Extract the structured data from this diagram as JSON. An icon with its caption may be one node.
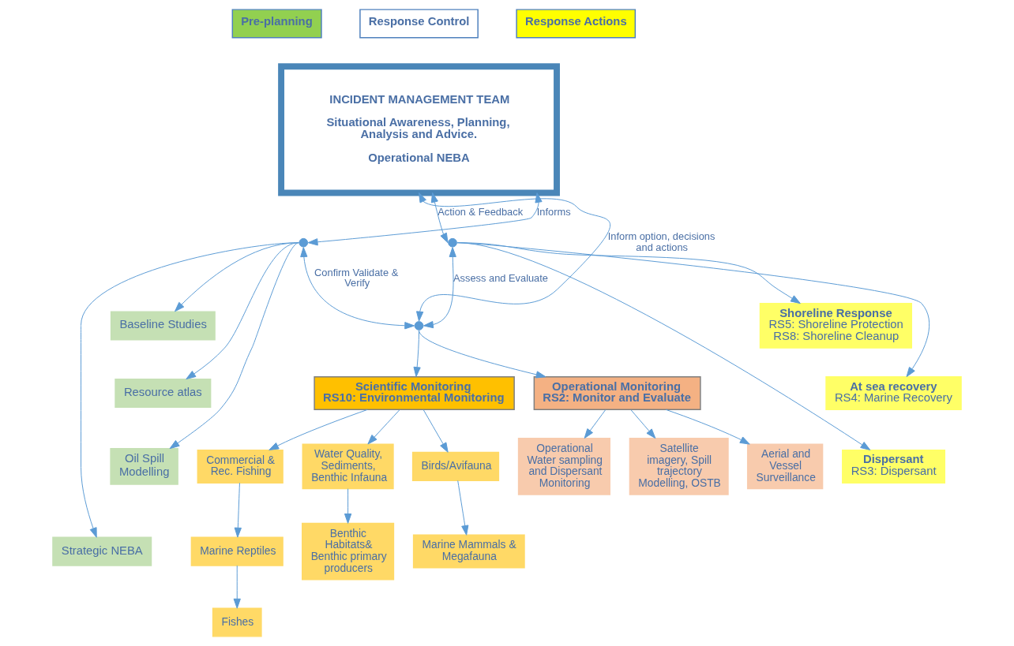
{
  "diagram": {
    "nodes": [
      {
        "text": [
          "Pre-planning"
        ]
      },
      {
        "text": [
          "Response Control"
        ]
      },
      {
        "text": [
          "Response Actions"
        ]
      },
      {
        "text": [
          "Baseline Studies"
        ]
      },
      {
        "text": [
          "Resource atlas"
        ]
      },
      {
        "text": [
          "Oil Spill Modelling"
        ]
      },
      {
        "text": [
          "Strategic NEBA"
        ]
      },
      {
        "text": [
          "INCIDENT MANAGEMENT TEAM",
          "Situational Awareness, Planning, Analysis and Advice.",
          "Operational NEBA"
        ]
      },
      {
        "text": [
          "Shoreline Response",
          "RS5: Shoreline Protection",
          "RS8: Shoreline Cleanup"
        ]
      },
      {
        "text": [
          "At sea recovery",
          "RS4: Marine Recovery"
        ]
      },
      {
        "text": [
          "Dispersant",
          "RS3: Dispersant"
        ]
      },
      {
        "text": [
          "Operational Monitoring",
          "RS2: Monitor and Evaluate"
        ]
      },
      {
        "text": [
          "Scientific Monitoring",
          "RS10: Environmental Monitoring"
        ]
      },
      {
        "text": [
          "Satellite imagery, Spill trajectory Modelling, OSTB"
        ]
      },
      {
        "text": [
          "Aerial and Vessel Surveillance"
        ]
      },
      {
        "text": [
          "Operational Water sampling and Dispersant Monitoring"
        ]
      },
      {
        "text": [
          "Water Quality, Sediments, Benthic Infauna"
        ]
      },
      {
        "text": [
          "Birds/Avifauna"
        ]
      },
      {
        "text": [
          "Commercial & Rec. Fishing"
        ]
      },
      {
        "text": [
          "Benthic Habitats& Benthic primary producers"
        ]
      },
      {
        "text": [
          "Marine Mammals & Megafauna"
        ]
      },
      {
        "text": [
          "Marine Reptiles"
        ]
      },
      {
        "text": [
          "Fishes"
        ]
      },
      {
        "text": [],
        "shape": "point"
      },
      {
        "text": [],
        "shape": "point"
      },
      {
        "text": [],
        "shape": "point"
      }
    ],
    "edges": [
      {
        "from": 23,
        "to": 7,
        "arrow": "both",
        "label": "Informs"
      },
      {
        "from": 7,
        "to": 24,
        "arrow": "both",
        "label": "Action & Feedback"
      },
      {
        "from": 25,
        "to": 23,
        "arrow": "both",
        "label": "Confirm Validate & Verify"
      },
      {
        "from": 25,
        "to": 7,
        "arrow": "both",
        "label": "Inform option, decisions and actions"
      },
      {
        "from": 25,
        "to": 24,
        "arrow": "both",
        "label": "Assess and Evaluate"
      },
      {
        "from": 23,
        "to": 3,
        "arrow": "to"
      },
      {
        "from": 23,
        "to": 4,
        "arrow": "to"
      },
      {
        "from": 23,
        "to": 5,
        "arrow": "to"
      },
      {
        "from": 23,
        "to": 6,
        "arrow": "to"
      },
      {
        "from": 24,
        "to": 8,
        "arrow": "to"
      },
      {
        "from": 24,
        "to": 9,
        "arrow": "to"
      },
      {
        "from": 24,
        "to": 10,
        "arrow": "to"
      },
      {
        "from": 25,
        "to": 11,
        "arrow": "to"
      },
      {
        "from": 25,
        "to": 12,
        "arrow": "to"
      },
      {
        "from": 11,
        "to": 13,
        "arrow": "to"
      },
      {
        "from": 11,
        "to": 14,
        "arrow": "to"
      },
      {
        "from": 11,
        "to": 15,
        "arrow": "to"
      },
      {
        "from": 12,
        "to": 16,
        "arrow": "to"
      },
      {
        "from": 12,
        "to": 17,
        "arrow": "to"
      },
      {
        "from": 12,
        "to": 18,
        "arrow": "to"
      },
      {
        "from": 16,
        "to": 19,
        "arrow": "to"
      },
      {
        "from": 17,
        "to": 20,
        "arrow": "to"
      },
      {
        "from": 18,
        "to": 21,
        "arrow": "to"
      },
      {
        "from": 21,
        "to": 22,
        "arrow": "to"
      }
    ]
  }
}
